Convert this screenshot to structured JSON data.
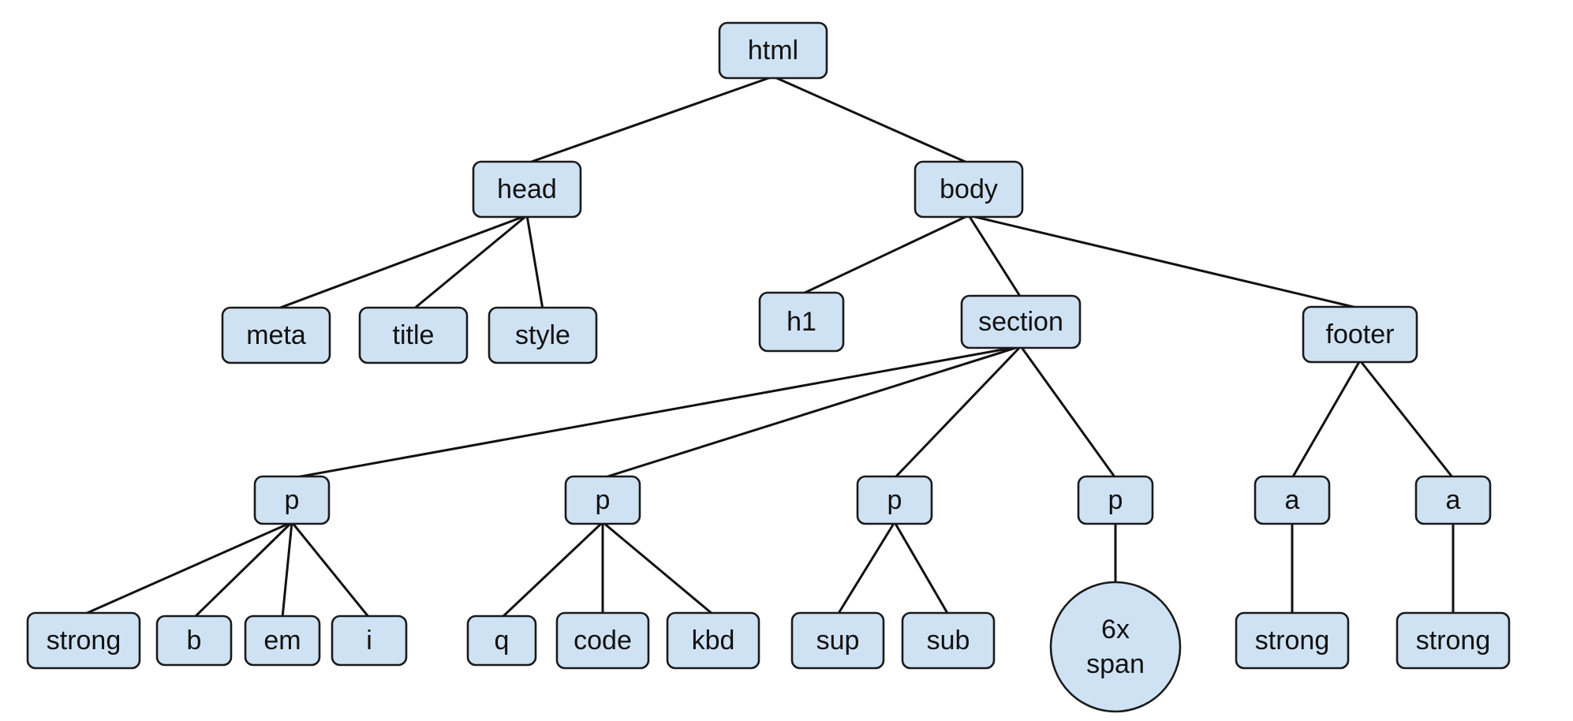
{
  "diagram": {
    "nodes": [
      {
        "id": "html",
        "label": "html"
      },
      {
        "id": "head",
        "label": "head"
      },
      {
        "id": "body",
        "label": "body"
      },
      {
        "id": "meta",
        "label": "meta"
      },
      {
        "id": "title",
        "label": "title"
      },
      {
        "id": "style",
        "label": "style"
      },
      {
        "id": "h1",
        "label": "h1"
      },
      {
        "id": "section",
        "label": "section"
      },
      {
        "id": "footer",
        "label": "footer"
      },
      {
        "id": "p1",
        "label": "p"
      },
      {
        "id": "p2",
        "label": "p"
      },
      {
        "id": "p3",
        "label": "p"
      },
      {
        "id": "p4",
        "label": "p"
      },
      {
        "id": "a1",
        "label": "a"
      },
      {
        "id": "a2",
        "label": "a"
      },
      {
        "id": "strong1",
        "label": "strong"
      },
      {
        "id": "b",
        "label": "b"
      },
      {
        "id": "em",
        "label": "em"
      },
      {
        "id": "i",
        "label": "i"
      },
      {
        "id": "q",
        "label": "q"
      },
      {
        "id": "code",
        "label": "code"
      },
      {
        "id": "kbd",
        "label": "kbd"
      },
      {
        "id": "sup",
        "label": "sup"
      },
      {
        "id": "sub",
        "label": "sub"
      },
      {
        "id": "span",
        "label": "6x span",
        "lines": [
          "6x",
          "span"
        ],
        "shape": "circle"
      },
      {
        "id": "strong2",
        "label": "strong"
      },
      {
        "id": "strong3",
        "label": "strong"
      }
    ],
    "edges": [
      [
        "html",
        "head"
      ],
      [
        "html",
        "body"
      ],
      [
        "head",
        "meta"
      ],
      [
        "head",
        "title"
      ],
      [
        "head",
        "style"
      ],
      [
        "body",
        "h1"
      ],
      [
        "body",
        "section"
      ],
      [
        "body",
        "footer"
      ],
      [
        "section",
        "p1"
      ],
      [
        "section",
        "p2"
      ],
      [
        "section",
        "p3"
      ],
      [
        "section",
        "p4"
      ],
      [
        "footer",
        "a1"
      ],
      [
        "footer",
        "a2"
      ],
      [
        "p1",
        "strong1"
      ],
      [
        "p1",
        "b"
      ],
      [
        "p1",
        "em"
      ],
      [
        "p1",
        "i"
      ],
      [
        "p2",
        "q"
      ],
      [
        "p2",
        "code"
      ],
      [
        "p2",
        "kbd"
      ],
      [
        "p3",
        "sup"
      ],
      [
        "p3",
        "sub"
      ],
      [
        "p4",
        "span"
      ],
      [
        "a1",
        "strong2"
      ],
      [
        "a2",
        "strong3"
      ]
    ]
  }
}
